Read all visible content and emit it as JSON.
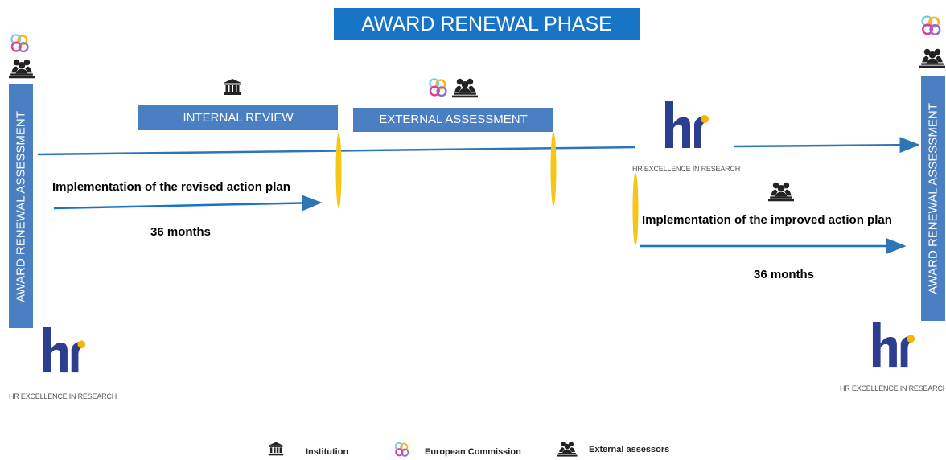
{
  "title": "AWARD RENEWAL PHASE",
  "phases": {
    "internal_review": "INTERNAL REVIEW",
    "external_assessment": "EXTERNAL ASSESSMENT"
  },
  "side_labels": {
    "left": "AWARD RENEWAL  ASSESSMENT",
    "right": "AWARD RENEWAL ASSESSMENT"
  },
  "steps": {
    "first": {
      "label": "Implementation of the revised action plan",
      "duration": "36 months"
    },
    "second": {
      "label": "Implementation of the improved action plan",
      "duration": "36 months"
    }
  },
  "logo": {
    "letters": "hr",
    "caption": "HR EXCELLENCE IN RESEARCH"
  },
  "legend": {
    "institution": "Institution",
    "european_commission": "European Commission",
    "external_assessors": "External assessors"
  },
  "icons": [
    "institution-icon",
    "european-commission-icon",
    "external-assessors-icon",
    "hr-logo"
  ],
  "colors": {
    "banner": "#1874c6",
    "box": "#4a7fc1",
    "arrow": "#2e75b6",
    "milestone": "#f5c518",
    "logo_blue": "#2c3e8f",
    "logo_dot": "#f5b400"
  }
}
